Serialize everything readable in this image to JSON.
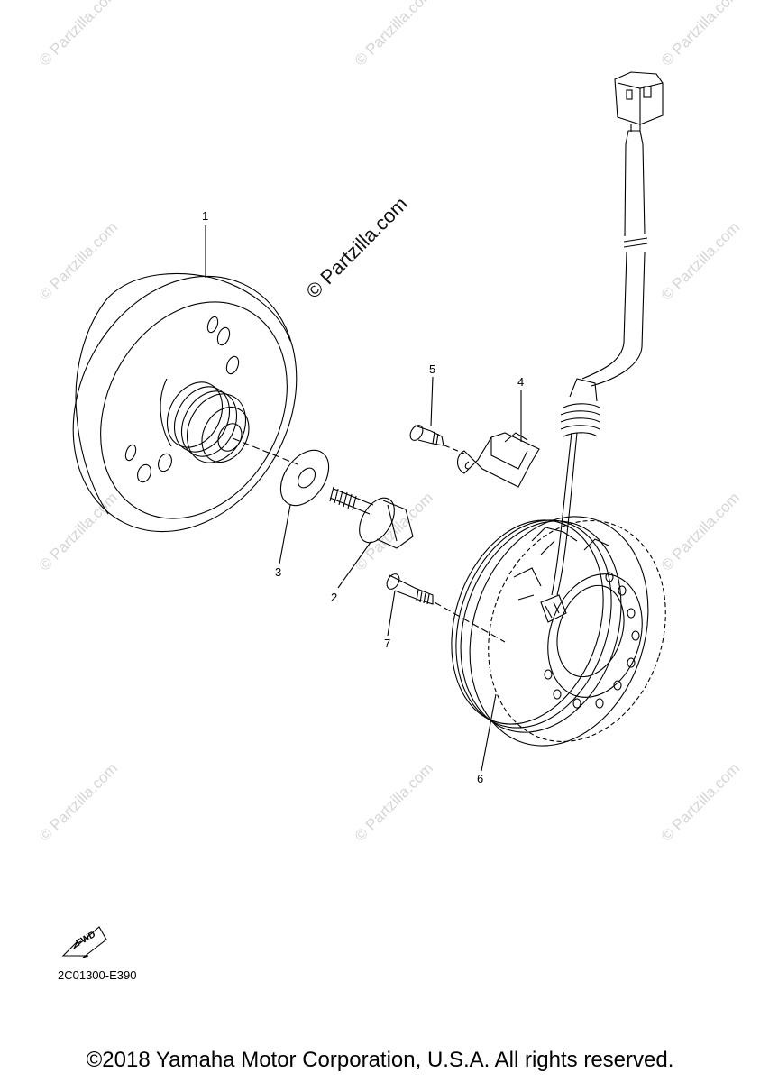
{
  "watermark": {
    "small_text": "© Partzilla.com",
    "main_text": "© Partzilla.com"
  },
  "callouts": {
    "c1": "1",
    "c2": "2",
    "c3": "3",
    "c4": "4",
    "c5": "5",
    "c6": "6",
    "c7": "7"
  },
  "fwd_label": "FWD",
  "diagram_code": "2C01300-E390",
  "copyright": "©2018 Yamaha Motor Corporation, U.S.A. All rights reserved.",
  "icons": [
    "fwd-arrow-icon",
    "connector-plug-icon"
  ],
  "colors": {
    "line": "#000000",
    "watermark": "#d6d6d6"
  }
}
